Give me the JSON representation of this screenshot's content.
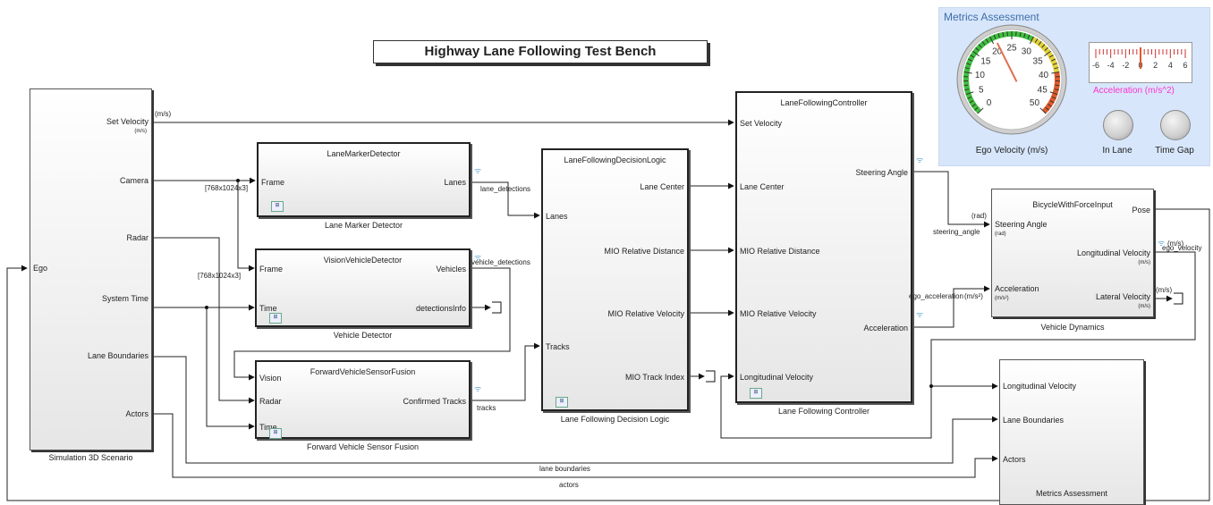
{
  "diagram_title": "Highway Lane Following Test Bench",
  "blocks": {
    "scenario": {
      "caption": "Simulation 3D Scenario",
      "ports_in": [
        "Ego"
      ],
      "ports_out": [
        "Set Velocity",
        "Camera",
        "Radar",
        "System Time",
        "Lane Boundaries",
        "Actors"
      ],
      "unit_set_velocity": "(m/s)"
    },
    "lane_marker": {
      "title": "LaneMarkerDetector",
      "caption": "Lane Marker Detector",
      "ports_in": [
        "Frame"
      ],
      "ports_out": [
        "Lanes"
      ]
    },
    "vision_detector": {
      "title": "VisionVehicleDetector",
      "caption": "Vehicle Detector",
      "ports_in": [
        "Frame",
        "Time"
      ],
      "ports_out": [
        "Vehicles",
        "detectionsInfo"
      ]
    },
    "sensor_fusion": {
      "title": "ForwardVehicleSensorFusion",
      "caption": "Forward Vehicle Sensor Fusion",
      "ports_in": [
        "Vision",
        "Radar",
        "Time"
      ],
      "ports_out": [
        "Confirmed Tracks"
      ]
    },
    "decision_logic": {
      "title": "LaneFollowingDecisionLogic",
      "caption": "Lane Following Decision Logic",
      "ports_in": [
        "Lanes",
        "Tracks"
      ],
      "ports_out": [
        "Lane Center",
        "MIO Relative Distance",
        "MIO Relative Velocity",
        "MIO Track Index"
      ]
    },
    "controller": {
      "title": "LaneFollowingController",
      "caption": "Lane Following Controller",
      "ports_in": [
        "Set Velocity",
        "Lane Center",
        "MIO Relative Distance",
        "MIO Relative Velocity",
        "Longitudinal Velocity"
      ],
      "ports_out": [
        "Steering Angle",
        "Acceleration"
      ]
    },
    "vehicle_dynamics": {
      "title": "BicycleWithForceInput",
      "caption": "Vehicle Dynamics",
      "ports_in": [
        "Steering Angle",
        "Acceleration"
      ],
      "ports_out": [
        "Pose",
        "Longitudinal Velocity",
        "Lateral Velocity"
      ],
      "unit_rad": "(rad)",
      "unit_ms": "(m/s)",
      "unit_ms2": "(m/s²)"
    },
    "metrics": {
      "caption": "Metrics Assessment",
      "ports_in": [
        "Longitudinal Velocity",
        "Lane Boundaries",
        "Actors"
      ]
    }
  },
  "signals": {
    "set_velocity_unit": "(m/s)",
    "camera_dims": "[768x1024x3]",
    "camera_dims_2": "[768x1024x3]",
    "lane_detections": "lane_detections",
    "vehicle_detections": "vehicle_detections",
    "tracks": "tracks",
    "rad": "(rad)",
    "steering_angle": "steering_angle",
    "ego_acceleration": "ego_acceleration",
    "ms2": "(m/s²)",
    "ms": "(m/s)",
    "ms_lat": "(m/s)",
    "ego_velocity": "ego_velocity",
    "lane_boundaries": "lane boundaries",
    "actors": "actors"
  },
  "dashboard": {
    "title": "Metrics Assessment",
    "speedometer": {
      "label": "Ego Velocity (m/s)",
      "ticks": [
        "0",
        "5",
        "10",
        "15",
        "20",
        "25",
        "30",
        "35",
        "40",
        "45",
        "50"
      ],
      "value": 21
    },
    "acceleration": {
      "label": "Acceleration (m/s^2)",
      "ticks": [
        "-6",
        "-4",
        "-2",
        "0",
        "2",
        "4",
        "6"
      ],
      "value": 0
    },
    "lamps": [
      {
        "label": "In Lane"
      },
      {
        "label": "Time Gap"
      }
    ],
    "colors": {
      "panel_bg": "#d7e6fb",
      "accent_pink": "#ff33cc",
      "title_blue": "#3d6ea8"
    }
  }
}
